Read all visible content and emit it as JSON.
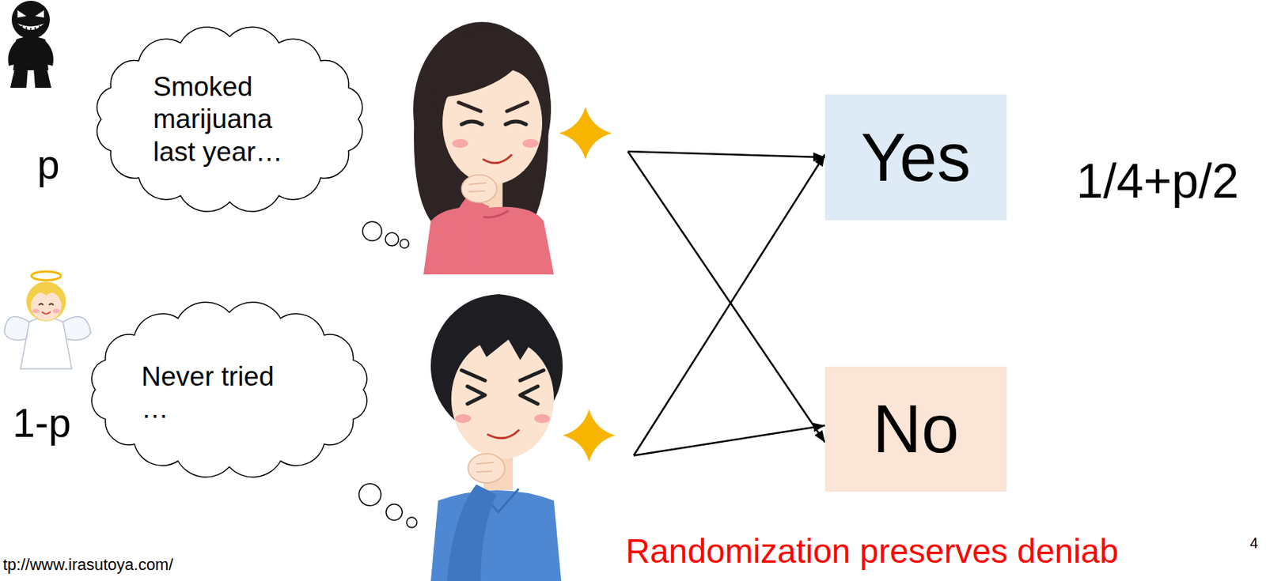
{
  "diagram": {
    "nodes": [
      {
        "text": [
          "Smoked marijuana last year…"
        ]
      },
      {
        "text": [
          "Yes"
        ]
      },
      {
        "text": [
          "Never tried …"
        ]
      },
      {
        "text": [
          "No"
        ]
      }
    ],
    "edges": [
      {
        "from": 0,
        "to": 1,
        "arrow": "to"
      },
      {
        "from": 0,
        "to": 3,
        "arrow": "to"
      },
      {
        "from": 2,
        "to": 1,
        "arrow": "to"
      },
      {
        "from": 2,
        "to": 3,
        "arrow": "to"
      }
    ],
    "labels": [
      "p",
      "1/4+p/2",
      "1-p",
      "Randomization preserves deniab",
      "4",
      "tp://www.irasutoya.com/"
    ]
  }
}
